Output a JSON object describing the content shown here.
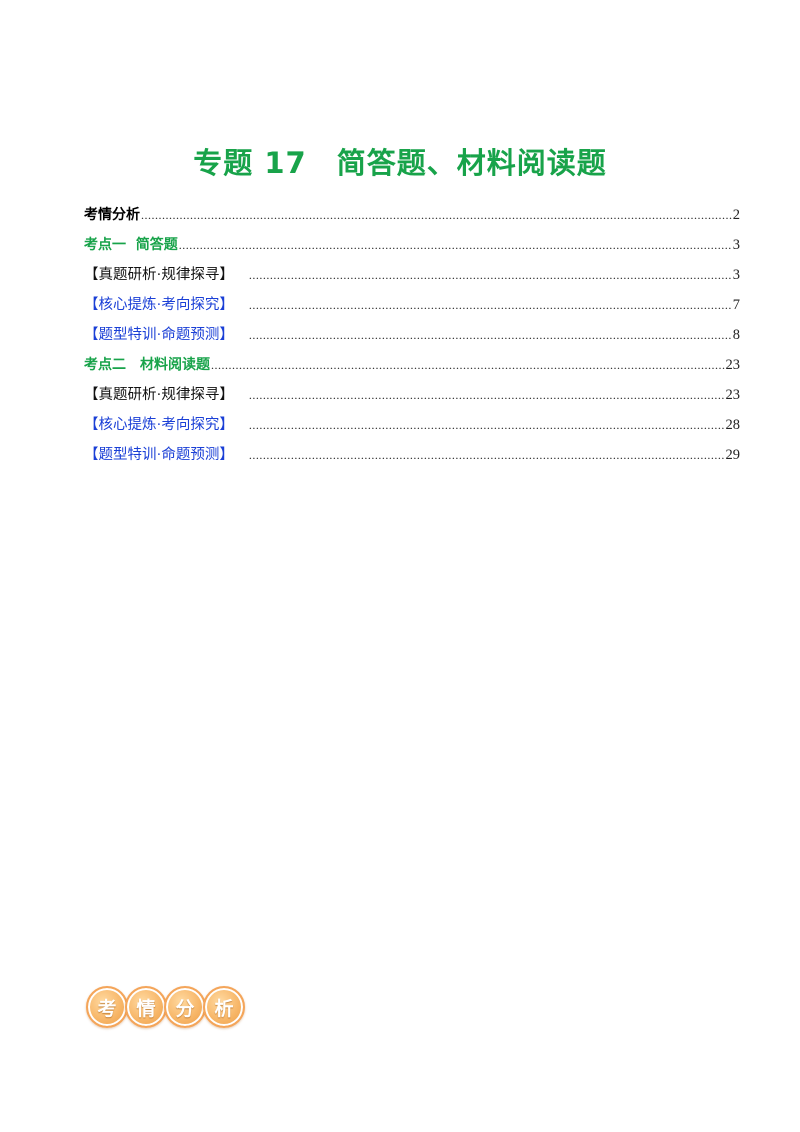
{
  "document": {
    "title": "专题 17　简答题、材料阅读题"
  },
  "toc": {
    "entries": [
      {
        "label": "考情分析",
        "page": "2"
      },
      {
        "label": "考点一  简答题",
        "page": "3"
      },
      {
        "label": "【真题研析·规律探寻】",
        "page": "3"
      },
      {
        "label": "【核心提炼·考向探究】",
        "page": "7"
      },
      {
        "label": "【题型特训·命题预测】",
        "page": "8"
      },
      {
        "label": "考点二　材料阅读题",
        "page": "23"
      },
      {
        "label": "【真题研析·规律探寻】",
        "page": "23"
      },
      {
        "label": "【核心提炼·考向探究】",
        "page": "28"
      },
      {
        "label": "【题型特训·命题预测】",
        "page": "29"
      }
    ]
  },
  "badge": {
    "chars": [
      "考",
      "情",
      "分",
      "析"
    ]
  },
  "colors": {
    "green": "#18a34a",
    "blue": "#1a3fd6",
    "badge_orange": "#f4a55a"
  }
}
